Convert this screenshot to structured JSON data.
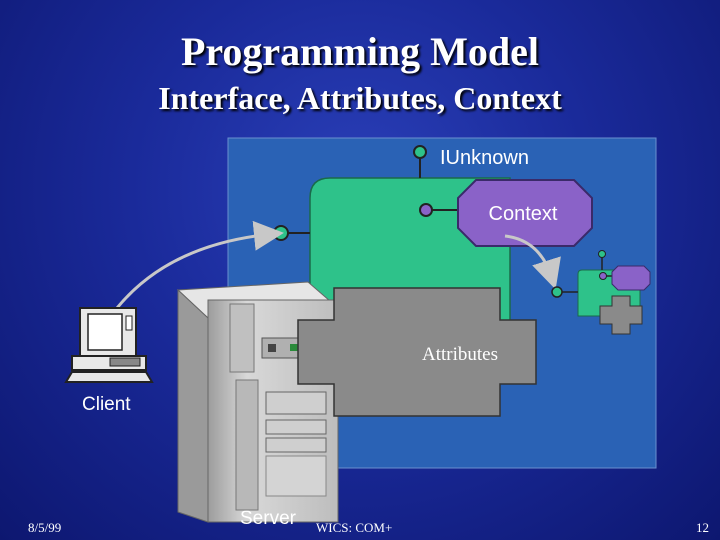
{
  "title": "Programming Model",
  "subtitle": "Interface, Attributes, Context",
  "labels": {
    "iunknown": "IUnknown",
    "context": "Context",
    "attributes": "Attributes",
    "client": "Client",
    "server": "Server"
  },
  "footer": {
    "date": "8/5/99",
    "center": "WICS: COM+",
    "page": "12"
  },
  "colors": {
    "panel": "#2a62b5",
    "object_green": "#2ec28a",
    "context_purple": "#8a62c8",
    "attributes_gray": "#8a8a8a"
  }
}
